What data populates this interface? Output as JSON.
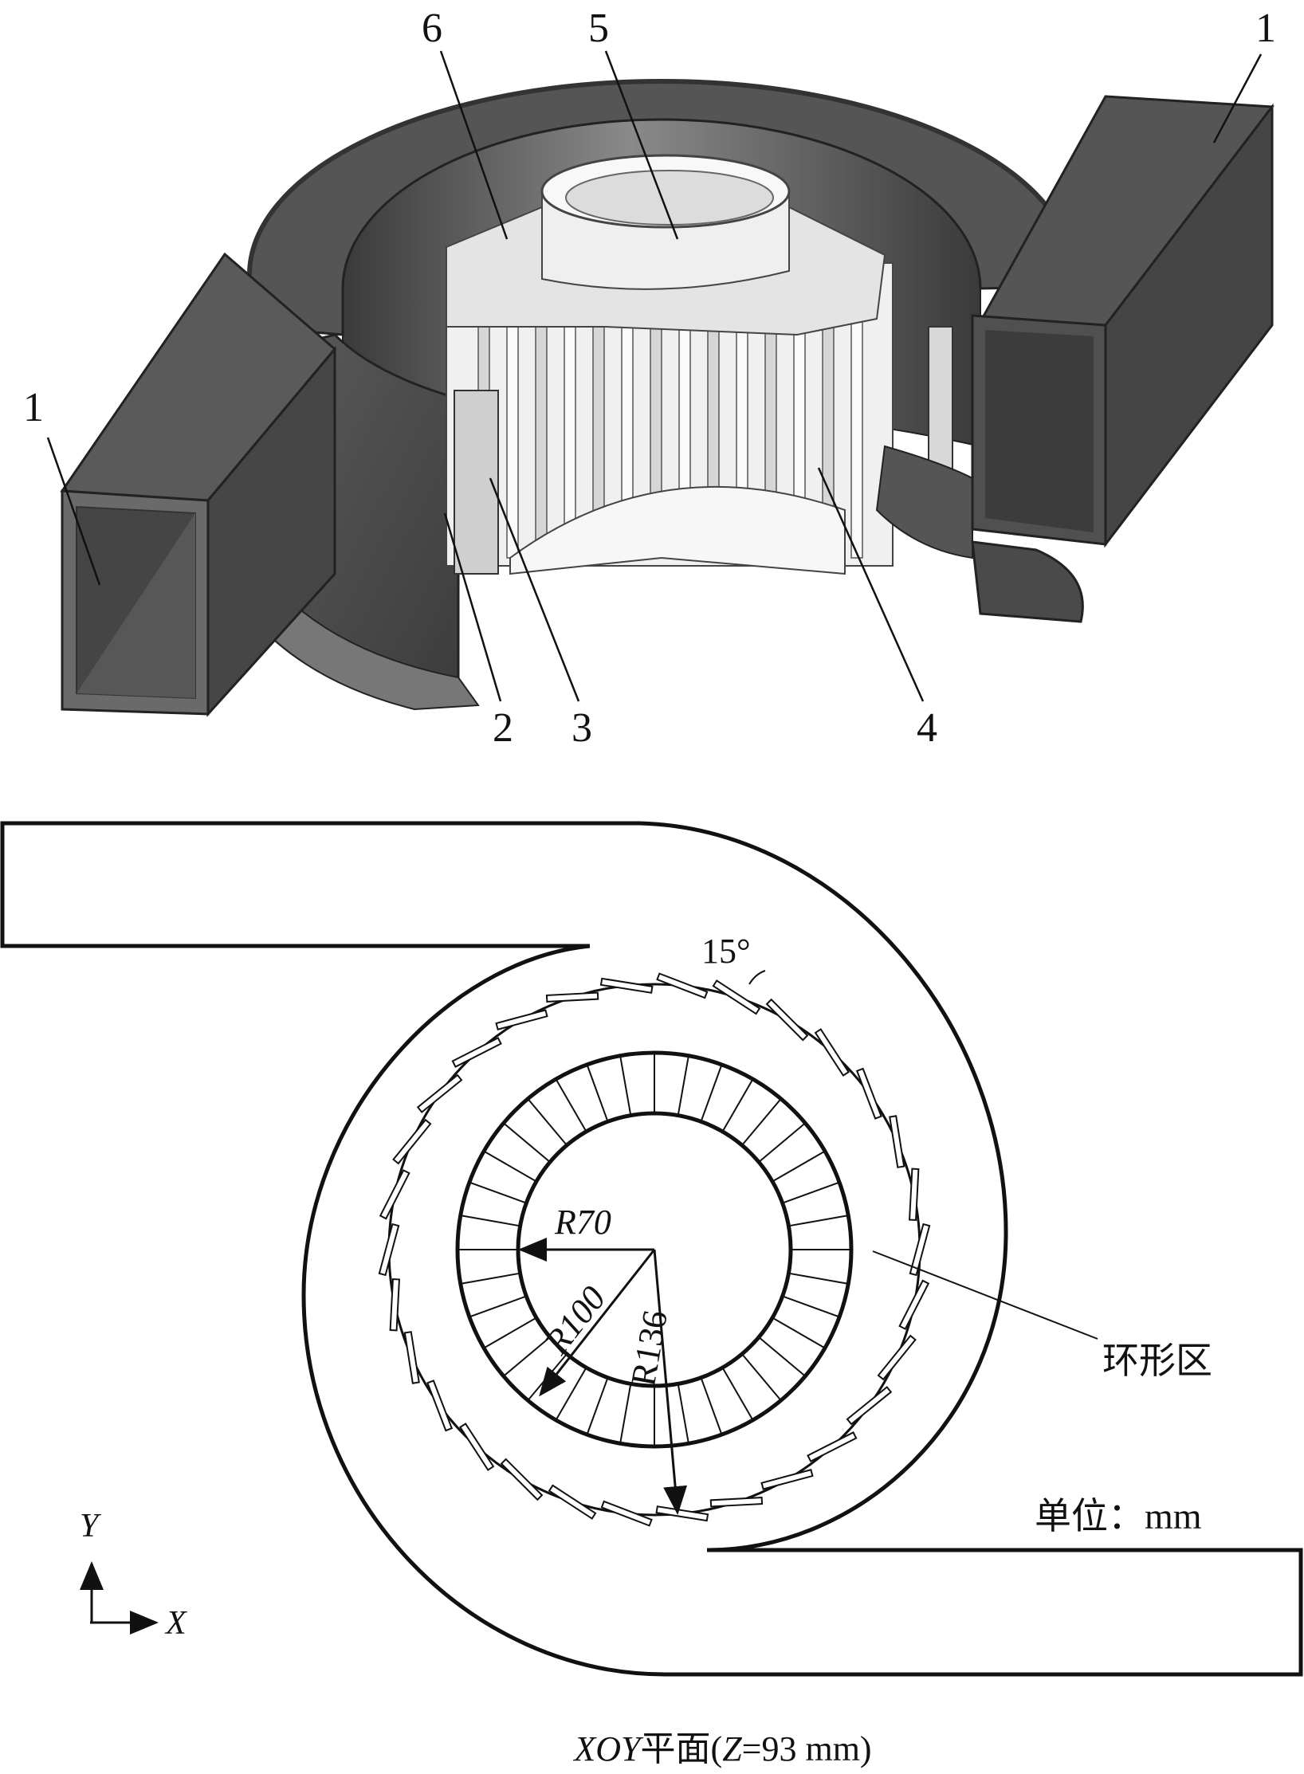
{
  "figure_3d": {
    "part_labels": {
      "inlet_left": "1",
      "inlet_right": "1",
      "volute": "2",
      "guide_vane": "3",
      "rotor": "4",
      "top_cylinder": "5",
      "top_plate": "6"
    }
  },
  "figure_plane": {
    "angle_label": "15°",
    "r70_label": "R70",
    "r100_label": "R100",
    "r136_label": "R136",
    "annulus_label": "环形区",
    "unit_label": "单位：mm",
    "axis_x": "X",
    "axis_y": "Y",
    "caption": {
      "plane": "XOY",
      "plane_cn": "平面(",
      "z_var": "Z",
      "z_value": "=93 mm)"
    }
  },
  "colors": {
    "dark_metal": "#4a4a4a",
    "light_part": "#ececec",
    "line": "#111111"
  }
}
